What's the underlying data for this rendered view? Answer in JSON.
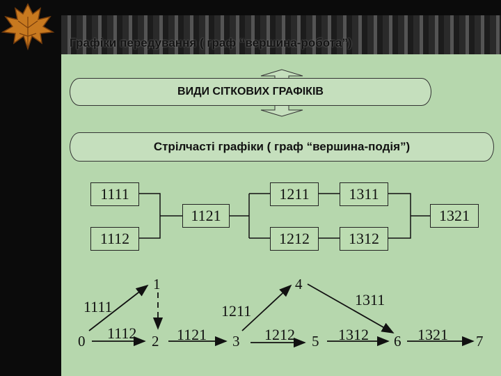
{
  "slide": {
    "title": "Графіки передування ( граф “вершина-робота”)",
    "types_banner": "ВИДИ СІТКОВИХ ГРАФІКІВ",
    "arrow_banner": "Стрілчасті графіки ( граф “вершина-подія”)"
  },
  "precedence_graph": {
    "boxes": [
      "1111",
      "1112",
      "1121",
      "1211",
      "1212",
      "1311",
      "1312",
      "1321"
    ]
  },
  "event_graph": {
    "nodes": [
      "0",
      "1",
      "2",
      "3",
      "4",
      "5",
      "6",
      "7"
    ],
    "edge_labels": [
      "1111",
      "1112",
      "1121",
      "1211",
      "1212",
      "1311",
      "1312",
      "1321"
    ]
  },
  "colors": {
    "slide_bg": "#b6d7ad",
    "page_bg": "#0b0b0b",
    "leaf": "#c8791f"
  }
}
